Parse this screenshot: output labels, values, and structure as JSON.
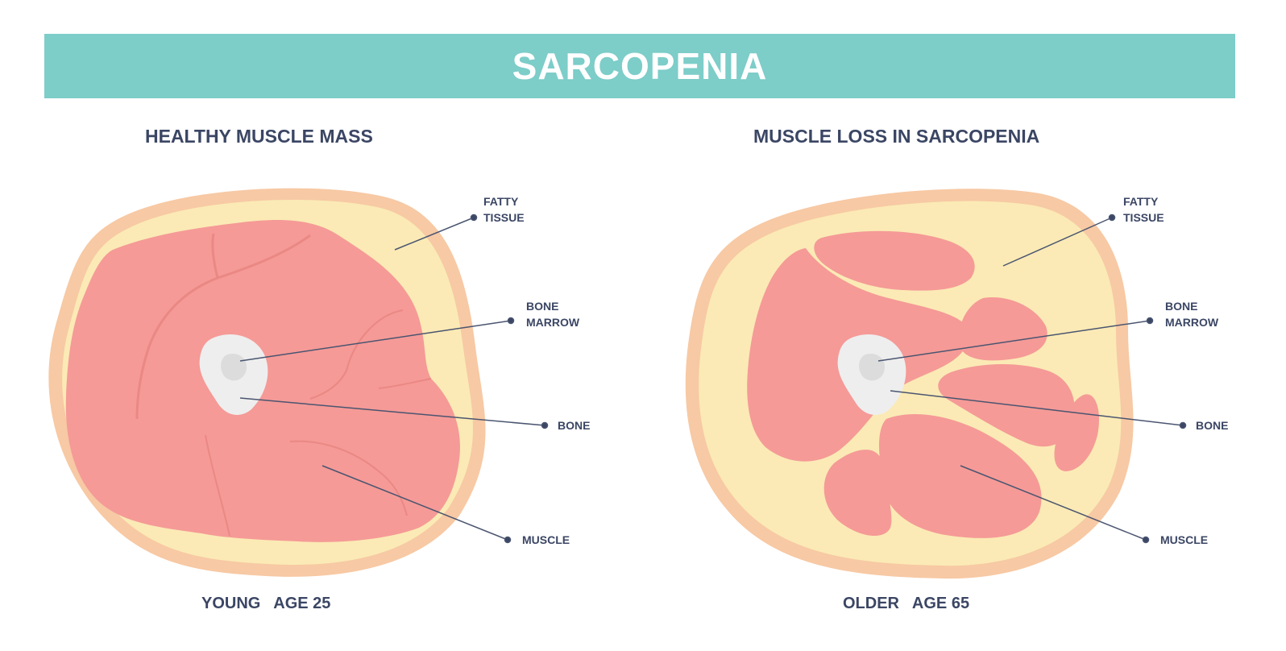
{
  "banner": {
    "title": "SARCOPENIA"
  },
  "colors": {
    "banner": "#7dcdc9",
    "skin": "#f7c9a4",
    "fat": "#fbeab5",
    "muscle": "#f59a97",
    "bone": "#eeeeee",
    "marrow": "#dcdcdc",
    "text": "#3b4664"
  },
  "left_panel": {
    "heading": "HEALTHY MUSCLE MASS",
    "caption": "YOUNG   AGE 25",
    "labels": {
      "fatty_line1": "FATTY",
      "fatty_line2": "TISSUE",
      "marrow_line1": "BONE",
      "marrow_line2": "MARROW",
      "bone": "BONE",
      "muscle": "MUSCLE"
    }
  },
  "right_panel": {
    "heading": "MUSCLE LOSS IN SARCOPENIA",
    "caption": "OLDER   AGE 65",
    "labels": {
      "fatty_line1": "FATTY",
      "fatty_line2": "TISSUE",
      "marrow_line1": "BONE",
      "marrow_line2": "MARROW",
      "bone": "BONE",
      "muscle": "MUSCLE"
    }
  }
}
